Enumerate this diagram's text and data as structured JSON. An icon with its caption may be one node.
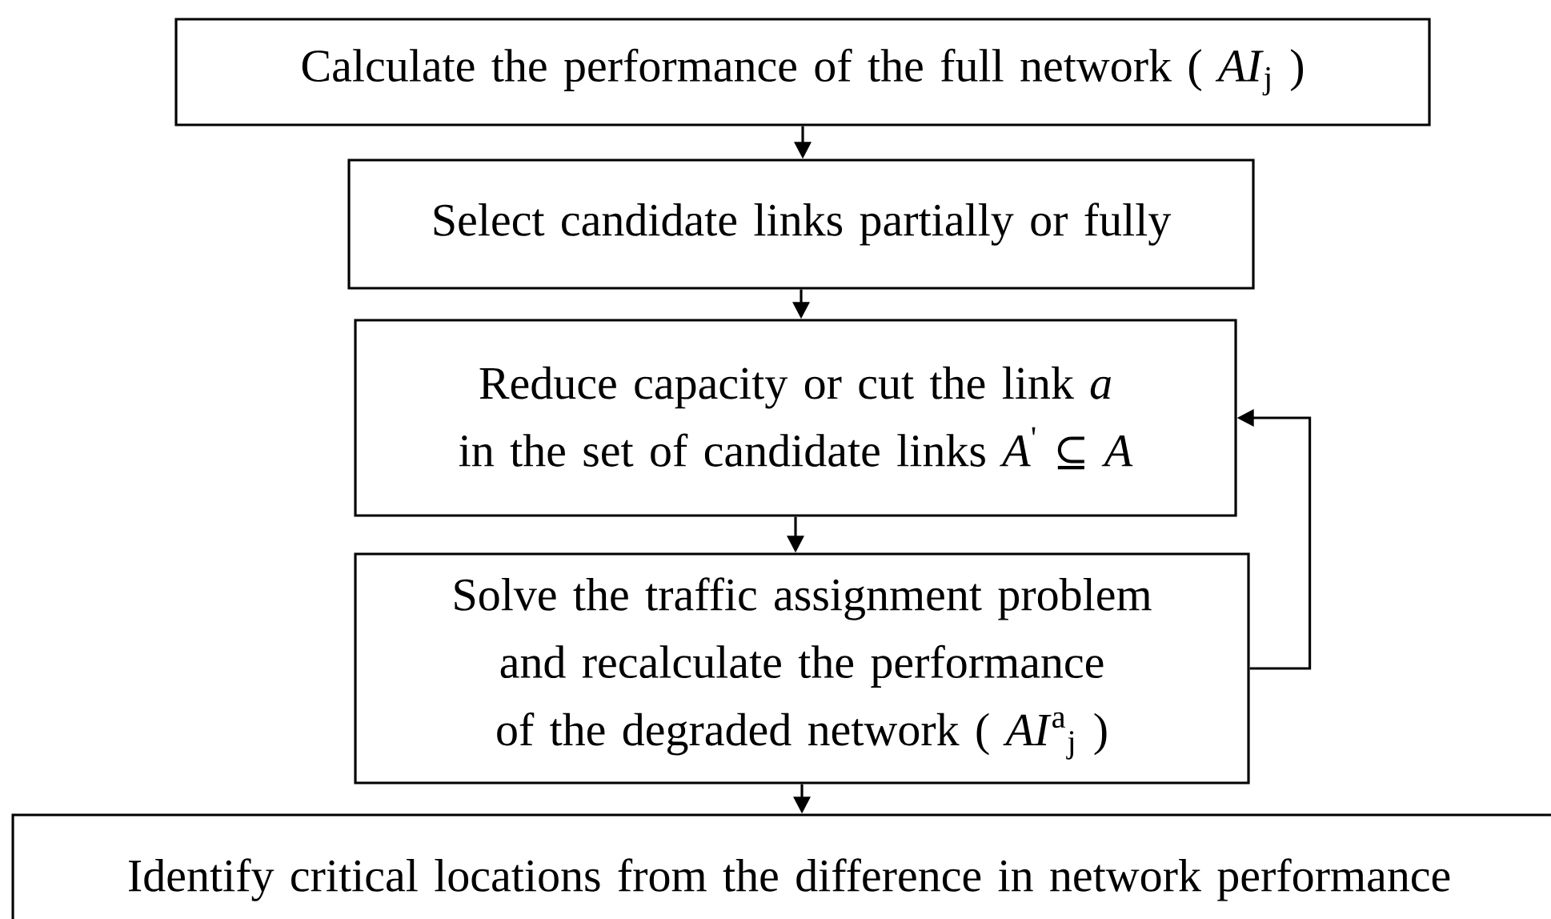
{
  "diagram": {
    "nodes": [
      {
        "text": [
          "Calculate the performance of the full network ( *AI*$_{j}$ )"
        ]
      },
      {
        "text": [
          "Select candidate links partially or fully"
        ]
      },
      {
        "text": [
          "Reduce capacity or cut the link *a* in the set of candidate links *A*$^{'}$ ⊆ *A*"
        ]
      },
      {
        "text": [
          "Solve the traffic assignment problem and recalculate the performance of the degraded network ( *AI*$^{a}$$_{j}$ )"
        ]
      },
      {
        "text": [
          "Identify critical locations from the difference in network performance"
        ]
      }
    ],
    "edges": [
      {
        "from": 0,
        "to": 1,
        "arrow": "to"
      },
      {
        "from": 1,
        "to": 2,
        "arrow": "to"
      },
      {
        "from": 2,
        "to": 3,
        "arrow": "to"
      },
      {
        "from": 3,
        "to": 4,
        "arrow": "to"
      },
      {
        "from": 3,
        "to": 2,
        "arrow": "to"
      }
    ]
  }
}
